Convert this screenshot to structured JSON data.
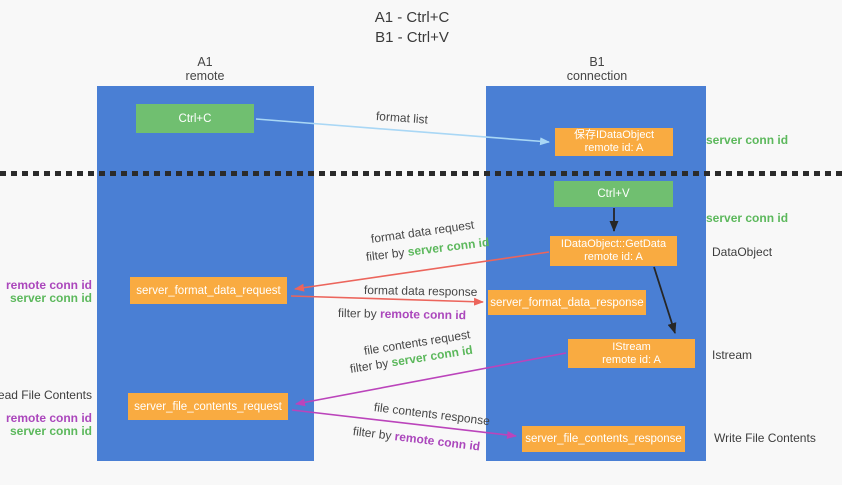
{
  "title": {
    "line1": "A1 - Ctrl+C",
    "line2": "B1 - Ctrl+V"
  },
  "lanes": {
    "a1": {
      "title": "A1",
      "subtitle": "remote"
    },
    "b1": {
      "title": "B1",
      "subtitle": "connection"
    }
  },
  "nodes": {
    "ctrl_c": {
      "label": "Ctrl+C"
    },
    "ctrl_v": {
      "label": "Ctrl+V"
    },
    "save_dataobject": {
      "line1": "保存IDataObject",
      "line2": "remote id: A"
    },
    "getdata": {
      "line1": "IDataObject::GetData",
      "line2": "remote id: A"
    },
    "istream": {
      "line1": "IStream",
      "line2": "remote id: A"
    },
    "format_request": {
      "label": "server_format_data_request"
    },
    "format_response": {
      "label": "server_format_data_response"
    },
    "file_request": {
      "label": "server_file_contents_request"
    },
    "file_response": {
      "label": "server_file_contents_response"
    }
  },
  "arrows": {
    "format_list": {
      "label": "format list"
    },
    "format_data_request": {
      "label": "format data request",
      "filter_prefix": "filter by ",
      "filter_key": "server conn id"
    },
    "format_data_response": {
      "label": "format data response",
      "filter_prefix": "filter by ",
      "filter_key": "remote conn id"
    },
    "file_contents_request": {
      "label": "file contents request",
      "filter_prefix": "filter by ",
      "filter_key": "server conn id"
    },
    "file_contents_response": {
      "label": "file contents response",
      "filter_prefix": "filter by ",
      "filter_key": "remote conn id"
    }
  },
  "annotations": {
    "right": {
      "server_conn_id_top": "server conn id",
      "server_conn_id_mid": "server conn id",
      "dataobject": "DataObject",
      "istream": "Istream",
      "write_file_contents": "Write File Contents"
    },
    "left": {
      "format_remote_conn_id": "remote conn id",
      "format_server_conn_id": "server conn id",
      "read_file_contents": "Read File Contents",
      "file_remote_conn_id": "remote conn id",
      "file_server_conn_id": "server conn id"
    }
  },
  "colors": {
    "lane_blue": "#4a7fd4",
    "box_green": "#70bf70",
    "box_orange": "#f9ab41",
    "text_green": "#5cb85c",
    "text_purple": "#ab47bc",
    "arrow_red": "#ec655c",
    "arrow_magenta": "#bb44bb",
    "arrow_light_blue": "#a9d7f5",
    "arrow_black": "#262626",
    "background": "#f8f8f8"
  }
}
